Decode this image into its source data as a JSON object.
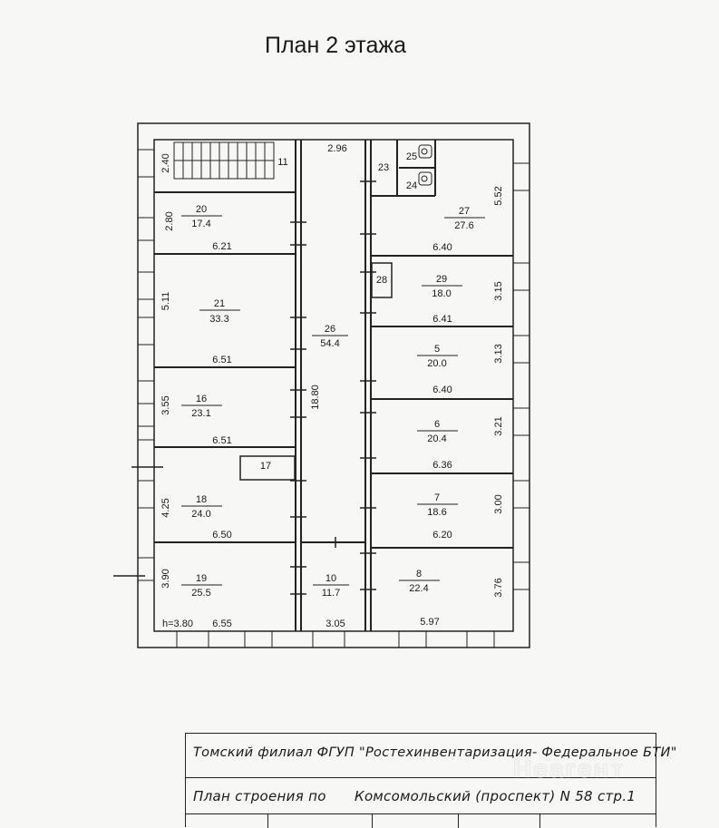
{
  "title": "План 2 этажа",
  "rooms": [
    {
      "num": "20",
      "area": "17.4"
    },
    {
      "num": "21",
      "area": "33.3"
    },
    {
      "num": "16",
      "area": "23.1"
    },
    {
      "num": "18",
      "area": "24.0"
    },
    {
      "num": "19",
      "area": "25.5"
    },
    {
      "num": "17",
      "area": ""
    },
    {
      "num": "26",
      "area": "54.4"
    },
    {
      "num": "10",
      "area": "11.7"
    },
    {
      "num": "27",
      "area": "27.6"
    },
    {
      "num": "29",
      "area": "18.0"
    },
    {
      "num": "5",
      "area": "20.0"
    },
    {
      "num": "6",
      "area": "20.4"
    },
    {
      "num": "7",
      "area": "18.6"
    },
    {
      "num": "8",
      "area": "22.4"
    },
    {
      "num": "11",
      "area": ""
    },
    {
      "num": "23",
      "area": ""
    },
    {
      "num": "25",
      "area": ""
    },
    {
      "num": "24",
      "area": ""
    },
    {
      "num": "28",
      "area": ""
    }
  ],
  "dimensions": [
    "2.40",
    "2.96",
    "2.80",
    "6.21",
    "5.11",
    "6.51",
    "3.55",
    "6.51",
    "4.25",
    "6.50",
    "3.90",
    "h=3.80",
    "6.55",
    "3.05",
    "5.97",
    "5.52",
    "6.40",
    "3.15",
    "6.41",
    "3.13",
    "6.40",
    "3.21",
    "6.36",
    "3.00",
    "6.20",
    "3.76",
    "18.80"
  ],
  "stamp": {
    "org": "Томский филиал ФГУП \"Ростехинвентаризация- Федеральное БТИ\"",
    "plan_of": "План строения по",
    "address": "Комсомольский (проспект) N 58 стр.1"
  },
  "watermark": "Неагент"
}
